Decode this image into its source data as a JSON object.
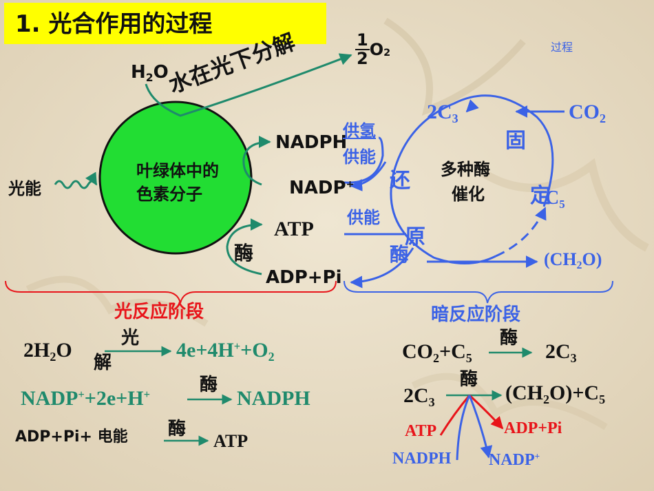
{
  "title": "1. 光合作用的过程",
  "corner_label": "过程",
  "light_stage": {
    "h2o": [
      "H",
      "2",
      "O"
    ],
    "water_split": "水在光下分解",
    "o2": {
      "num": "1",
      "den": "2",
      "label": [
        "O",
        "2"
      ]
    },
    "light_energy": "光能",
    "pigment": [
      "叶绿体中的",
      "色素分子"
    ],
    "nadph": "NADPH",
    "nadp": [
      "NADP",
      "+"
    ],
    "atp": "ATP",
    "enzyme": "酶",
    "adp": "ADP+Pi"
  },
  "dark_stage": {
    "c3": [
      "2C",
      "3"
    ],
    "co2": [
      "CO",
      "2"
    ],
    "supply_h": "供氢",
    "supply_e1": "供能",
    "supply_e2": "供能",
    "center": [
      "多种酶",
      "催化"
    ],
    "fix1": "固",
    "fix2": "定",
    "c5": [
      "C",
      "5"
    ],
    "reduce1": "还",
    "reduce2": "原",
    "enzyme": "酶",
    "product": [
      "(CH",
      "2",
      "O)"
    ]
  },
  "stage_labels": {
    "light": "光反应阶段",
    "dark": "暗反应阶段"
  },
  "colors": {
    "highlight": "#ffff00",
    "pigment": "#22dd33",
    "green_text": "#1f8a6c",
    "blue": "#3b62e6",
    "red": "#e8141a"
  },
  "equations_light": {
    "eq1": {
      "left": [
        "2H",
        "2",
        "O"
      ],
      "above": "光",
      "below": "解",
      "right": [
        "4e+4H",
        "+",
        "+O",
        "2"
      ]
    },
    "eq2": {
      "left": [
        "NADP",
        "+",
        "+2e+H",
        "+"
      ],
      "above": "酶",
      "right": "NADPH"
    },
    "eq3": {
      "left": "ADP+Pi+ 电能",
      "above": "酶",
      "right": "ATP"
    }
  },
  "equations_dark": {
    "eq1": {
      "left": [
        "CO",
        "2",
        "+C",
        "5"
      ],
      "above": "酶",
      "right": [
        "2C",
        "3"
      ]
    },
    "eq2": {
      "left": [
        "2C",
        "3"
      ],
      "above": "酶",
      "right": [
        "(CH",
        "2",
        "O)+C",
        "5"
      ]
    },
    "inputs": {
      "atp": "ATP",
      "nadph": "NADPH"
    },
    "outputs": {
      "adp": "ADP+Pi",
      "nadp": [
        "NADP",
        "+"
      ]
    }
  }
}
